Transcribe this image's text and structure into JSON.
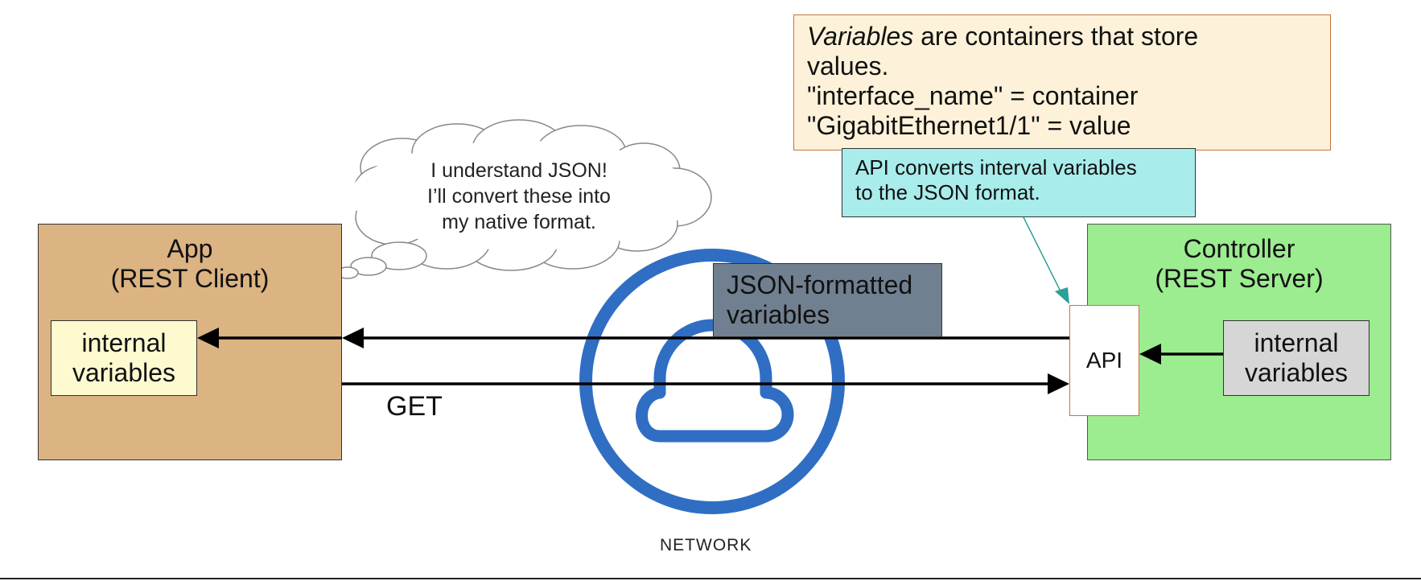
{
  "definition_box": {
    "term": "Variables",
    "line1_rest": " are containers that store",
    "line2": "values.",
    "line3": "\"interface_name\" = container",
    "line4": "\"GigabitEthernet1/1\" = value"
  },
  "api_note": {
    "line1": "API converts interval variables",
    "line2": "to the JSON format."
  },
  "thought_bubble": {
    "line1": "I understand JSON!",
    "line2": "I’ll convert these into",
    "line3": "my native format."
  },
  "app": {
    "title_line1": "App",
    "title_line2": "(REST Client)",
    "variables_line1": "internal",
    "variables_line2": "variables"
  },
  "controller": {
    "title_line1": "Controller",
    "title_line2": "(REST Server)",
    "api_label": "API",
    "variables_line1": "internal",
    "variables_line2": "variables"
  },
  "json_box": {
    "line1": "JSON-formatted",
    "line2": "variables"
  },
  "get_label": "GET",
  "network_label": "NETWORK",
  "colors": {
    "app_fill": "#dcb382",
    "controller_fill": "#9cec90",
    "definition_fill": "#fdf2d9",
    "api_note_fill": "#a9ecec",
    "json_fill": "#708090",
    "network_blue": "#2f6ec3",
    "pointer_teal": "#2aa198"
  }
}
